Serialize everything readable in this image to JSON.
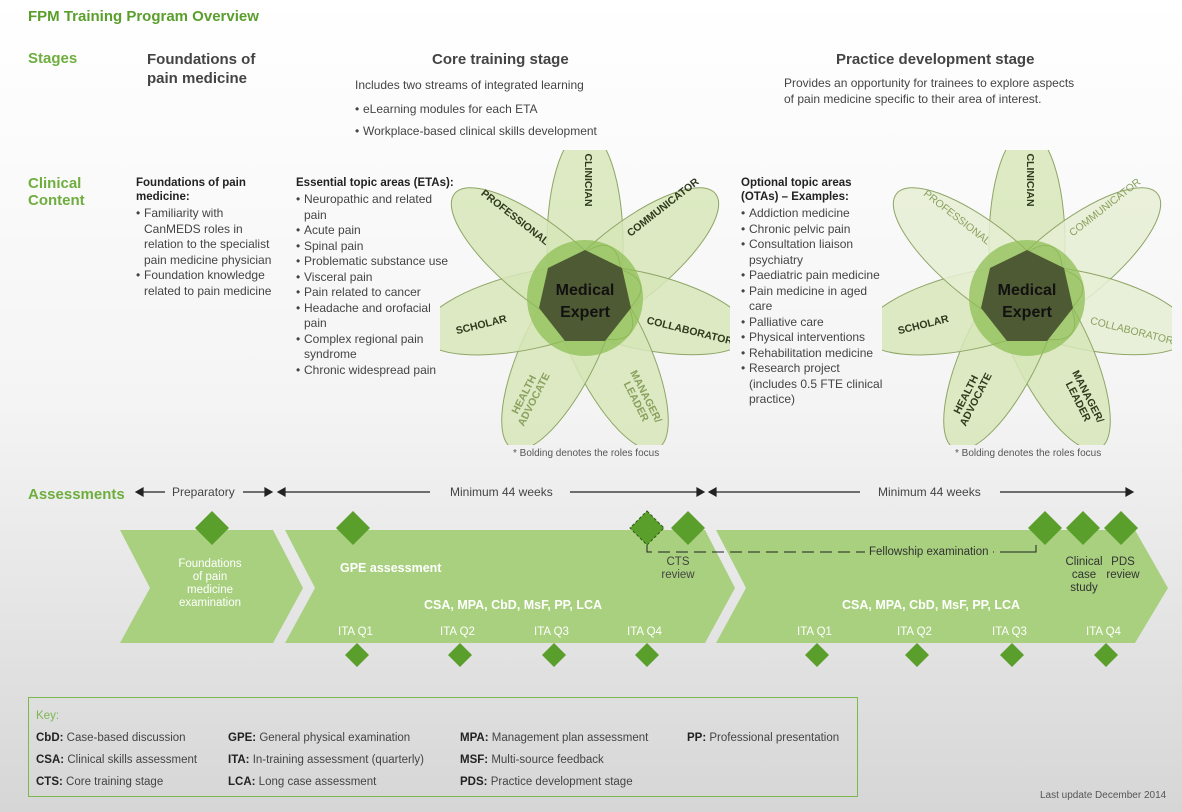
{
  "title": "FPM Training Program Overview",
  "rows": {
    "stages": "Stages",
    "clinical": "Clinical\nContent",
    "assessments": "Assessments"
  },
  "stages": {
    "foundations": "Foundations of\npain medicine",
    "core": {
      "title": "Core training stage",
      "intro": "Includes two streams of integrated learning",
      "bullets": [
        "eLearning modules for each ETA",
        "Workplace-based clinical skills development"
      ]
    },
    "practice": {
      "title": "Practice development stage",
      "desc": "Provides an opportunity for trainees to explore aspects\nof pain medicine specific to their area of interest."
    }
  },
  "clinical": {
    "foundations": {
      "heading": "Foundations of pain\nmedicine:",
      "bullets": [
        "Familiarity with CanMEDS roles in relation to the specialist pain medicine physician",
        "Foundation knowledge related to pain medicine"
      ]
    },
    "eta": {
      "heading": "Essential topic areas (ETAs):",
      "bullets": [
        "Neuropathic and related pain",
        "Acute pain",
        "Spinal pain",
        "Problematic substance use",
        "Visceral pain",
        "Pain related to cancer",
        "Headache and orofacial pain",
        "Complex regional pain syndrome",
        "Chronic widespread pain"
      ]
    },
    "ota": {
      "heading": "Optional topic areas\n(OTAs) – Examples:",
      "bullets": [
        "Addiction medicine",
        "Chronic pelvic pain",
        "Consultation liaison psychiatry",
        "Paediatric pain medicine",
        "Pain medicine in aged care",
        "Palliative care",
        "Physical interventions",
        "Rehabilitation medicine",
        "Research project (includes 0.5 FTE clinical practice)"
      ]
    }
  },
  "flower": {
    "center1": "Medical",
    "center2": "Expert",
    "roles": {
      "clinician": "CLINICIAN",
      "communicator": "COMMUNICATOR",
      "collaborator": "COLLABORATOR",
      "manager": "MANAGER/\nLEADER",
      "health": "HEALTH\nADVOCATE",
      "scholar": "SCHOLAR",
      "professional": "PROFESSIONAL"
    },
    "note": "* Bolding denotes the roles focus",
    "colors": {
      "petal": "#d7e6b8",
      "petal_faded": "#e6efd3",
      "center": "#4d5a33",
      "stroke": "#8fa566"
    }
  },
  "assessments": {
    "preparatory": "Preparatory",
    "min1": "Minimum 44 weeks",
    "min2": "Minimum 44 weeks",
    "fpm_exam": "Foundations\nof pain\nmedicine\nexamination",
    "gpe": "GPE assessment",
    "wba1": "CSA, MPA, CbD, MsF, PP, LCA",
    "wba2": "CSA, MPA, CbD, MsF, PP, LCA",
    "cts_review": "CTS\nreview",
    "fellowship": "Fellowship examination",
    "clinical_case": "Clinical\ncase\nstudy",
    "pds_review": "PDS\nreview",
    "ita1": [
      "ITA Q1",
      "ITA Q2",
      "ITA Q3",
      "ITA Q4"
    ],
    "ita2": [
      "ITA Q1",
      "ITA Q2",
      "ITA Q3",
      "ITA Q4"
    ],
    "colors": {
      "band": "#a8d07e",
      "diamond": "#5a9e2c"
    }
  },
  "key": {
    "label": "Key:",
    "items": [
      {
        "abbr": "CbD:",
        "text": "Case-based discussion"
      },
      {
        "abbr": "CSA:",
        "text": "Clinical skills assessment"
      },
      {
        "abbr": "CTS:",
        "text": "Core training stage"
      },
      {
        "abbr": "GPE:",
        "text": "General physical examination"
      },
      {
        "abbr": "ITA:",
        "text": "In-training assessment (quarterly)"
      },
      {
        "abbr": "LCA:",
        "text": "Long case assessment"
      },
      {
        "abbr": "MPA:",
        "text": "Management plan assessment"
      },
      {
        "abbr": "MSF:",
        "text": "Multi-source feedback"
      },
      {
        "abbr": "PDS:",
        "text": "Practice development stage"
      },
      {
        "abbr": "PP:",
        "text": "Professional presentation"
      }
    ]
  },
  "last_update": "Last update December 2014"
}
